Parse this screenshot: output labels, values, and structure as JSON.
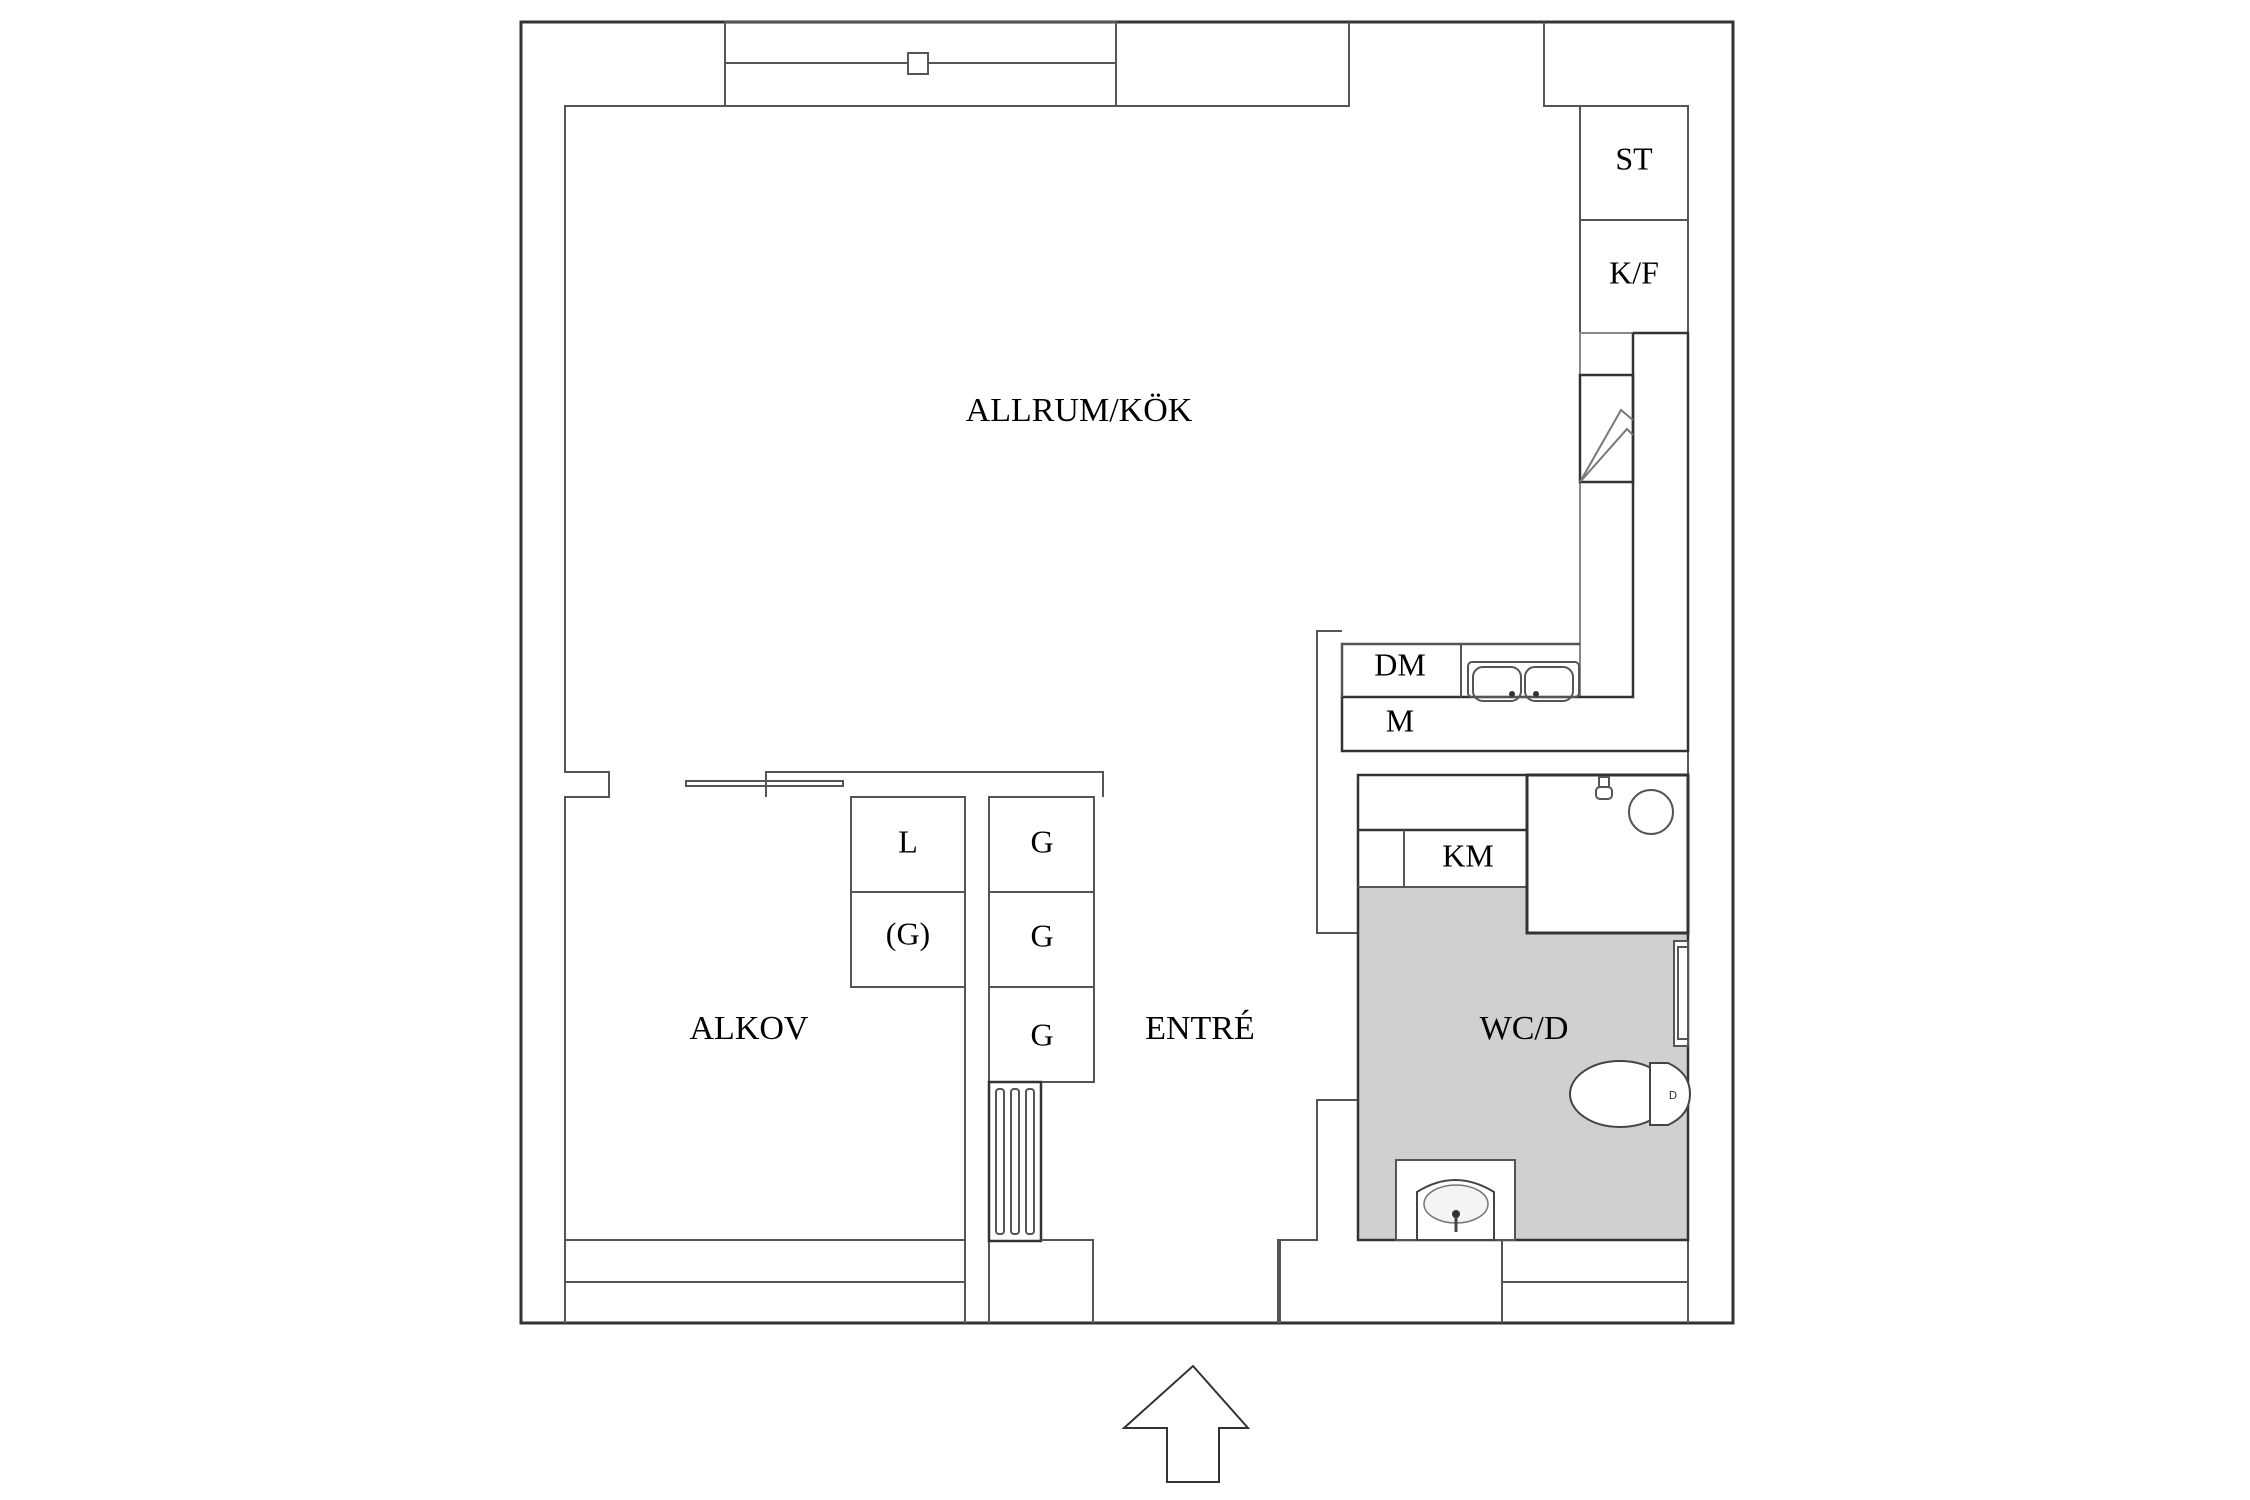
{
  "floor_plan": {
    "rooms": {
      "living_kitchen": "ALLRUM/KÖK",
      "alcove": "ALKOV",
      "entrance": "ENTRÉ",
      "bathroom": "WC/D"
    },
    "fixtures": {
      "stove": "ST",
      "fridge_freezer": "K/F",
      "dishwasher": "DM",
      "microwave": "M",
      "washing_machine": "KM",
      "linen_closet": "L",
      "wardrobe_optional": "(G)",
      "wardrobe_1": "G",
      "wardrobe_2": "G",
      "wardrobe_3": "G"
    },
    "entrance_arrow": "entrance-direction-arrow",
    "colors": {
      "wall_stroke": "#555555",
      "bathroom_floor": "#d0d0d0",
      "background": "#ffffff"
    }
  }
}
